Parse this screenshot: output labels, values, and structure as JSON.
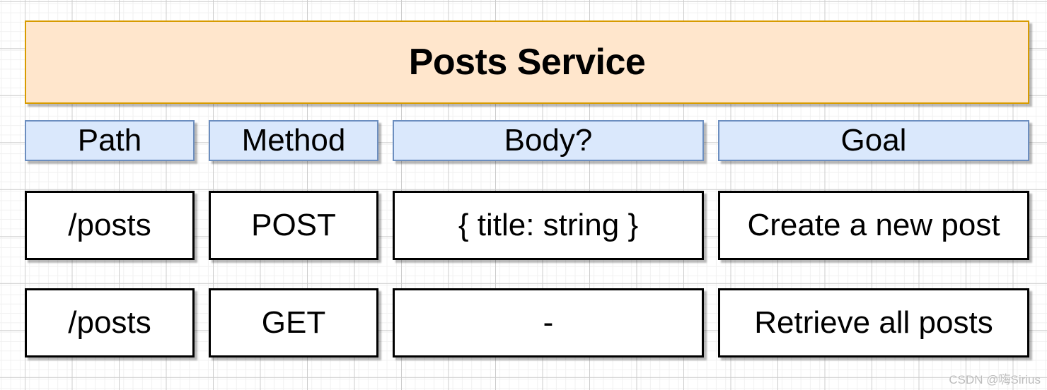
{
  "diagram": {
    "title": "Posts Service",
    "columns": [
      "Path",
      "Method",
      "Body?",
      "Goal"
    ],
    "rows": [
      [
        "/posts",
        "POST",
        "{ title: string }",
        "Create a new post"
      ],
      [
        "/posts",
        "GET",
        "-",
        "Retrieve all posts"
      ]
    ]
  },
  "colors": {
    "title_fill": "#FFE6CC",
    "title_border": "#D79B00",
    "header_fill": "#DAE8FC",
    "header_border": "#6C8EBF",
    "cell_fill": "#FFFFFF",
    "cell_border": "#000000",
    "text": "#000000",
    "watermark": "#BCBCBC"
  },
  "watermark": {
    "text": "CSDN @嗨Sirius"
  }
}
